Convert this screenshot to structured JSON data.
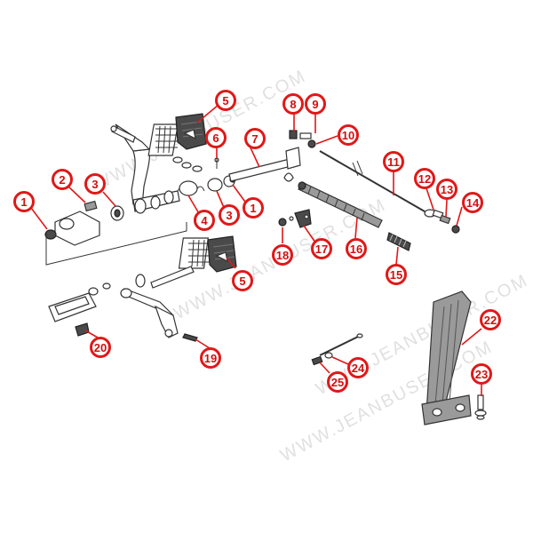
{
  "watermark": "WWW.JEANBUSER.COM",
  "accent_color": "#e01818",
  "callouts": [
    {
      "id": "1a",
      "label": "1"
    },
    {
      "id": "2",
      "label": "2"
    },
    {
      "id": "3a",
      "label": "3"
    },
    {
      "id": "4",
      "label": "4"
    },
    {
      "id": "3b",
      "label": "3"
    },
    {
      "id": "1b",
      "label": "1"
    },
    {
      "id": "5a",
      "label": "5"
    },
    {
      "id": "6",
      "label": "6"
    },
    {
      "id": "7",
      "label": "7"
    },
    {
      "id": "8",
      "label": "8"
    },
    {
      "id": "9",
      "label": "9"
    },
    {
      "id": "10",
      "label": "10"
    },
    {
      "id": "11",
      "label": "11"
    },
    {
      "id": "12",
      "label": "12"
    },
    {
      "id": "13",
      "label": "13"
    },
    {
      "id": "14",
      "label": "14"
    },
    {
      "id": "15",
      "label": "15"
    },
    {
      "id": "16",
      "label": "16"
    },
    {
      "id": "17",
      "label": "17"
    },
    {
      "id": "18",
      "label": "18"
    },
    {
      "id": "5b",
      "label": "5"
    },
    {
      "id": "19",
      "label": "19"
    },
    {
      "id": "20",
      "label": "20"
    },
    {
      "id": "22",
      "label": "22"
    },
    {
      "id": "23",
      "label": "23"
    },
    {
      "id": "24",
      "label": "24"
    },
    {
      "id": "25",
      "label": "25"
    }
  ]
}
